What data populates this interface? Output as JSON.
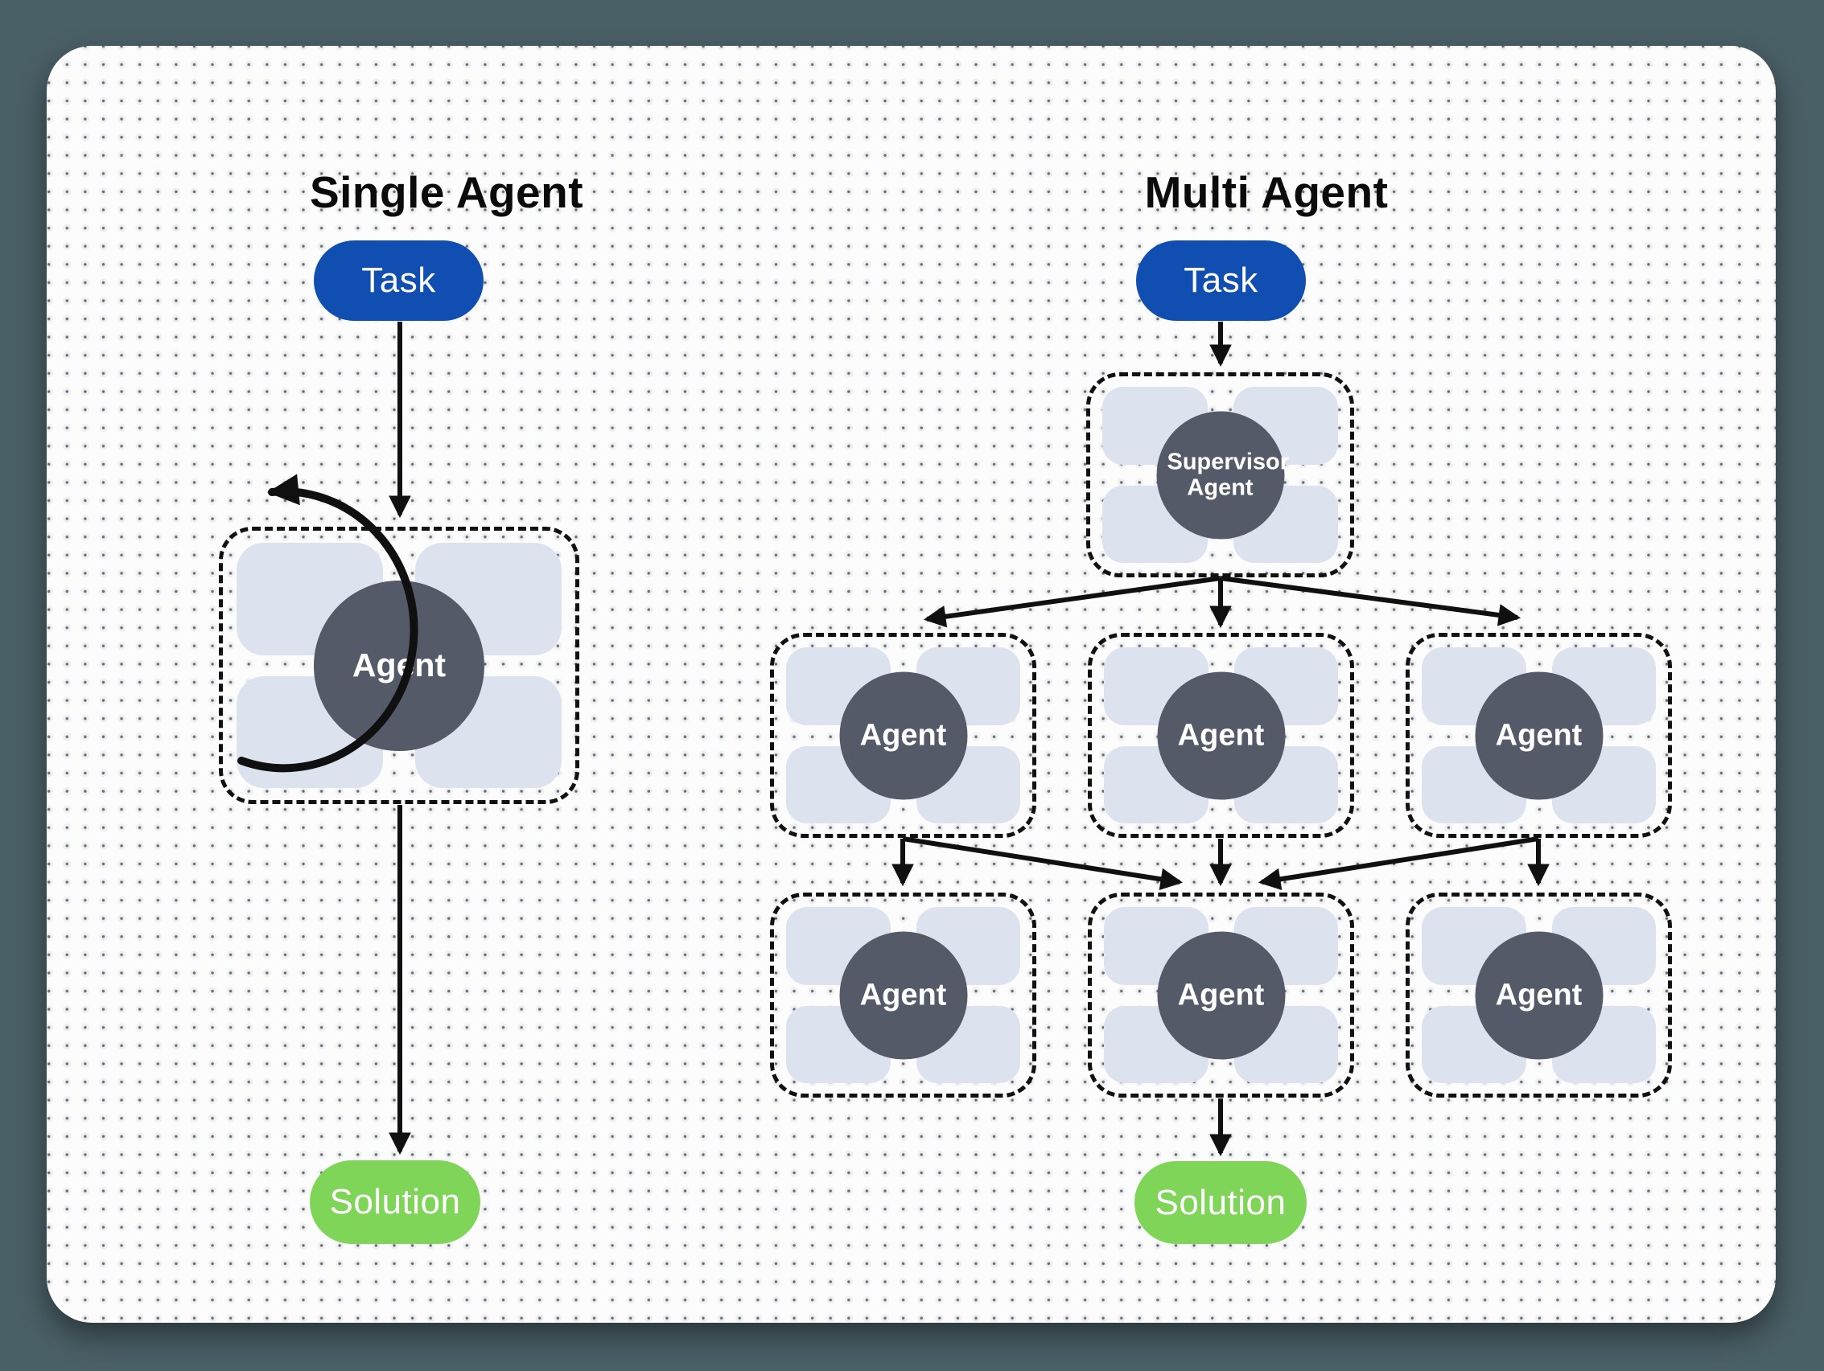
{
  "left_panel": {
    "title": "Single Agent",
    "task_label": "Task",
    "agent_label": "Agent",
    "solution_label": "Solution"
  },
  "right_panel": {
    "title": "Multi Agent",
    "task_label": "Task",
    "supervisor_label": "Supervisor Agent",
    "agents_row1": [
      "Agent",
      "Agent",
      "Agent"
    ],
    "agents_row2": [
      "Agent",
      "Agent",
      "Agent"
    ],
    "solution_label": "Solution"
  },
  "colors": {
    "outer_background": "#4a6067",
    "card_background": "#fcfcfd",
    "task_pill": "#114eb2",
    "solution_pill": "#7ed558",
    "agent_circle": "#555a68",
    "tool_block": "#dce3ee",
    "dashed_border": "#111111",
    "arrow": "#101010",
    "title_text": "#0b0b0b"
  }
}
